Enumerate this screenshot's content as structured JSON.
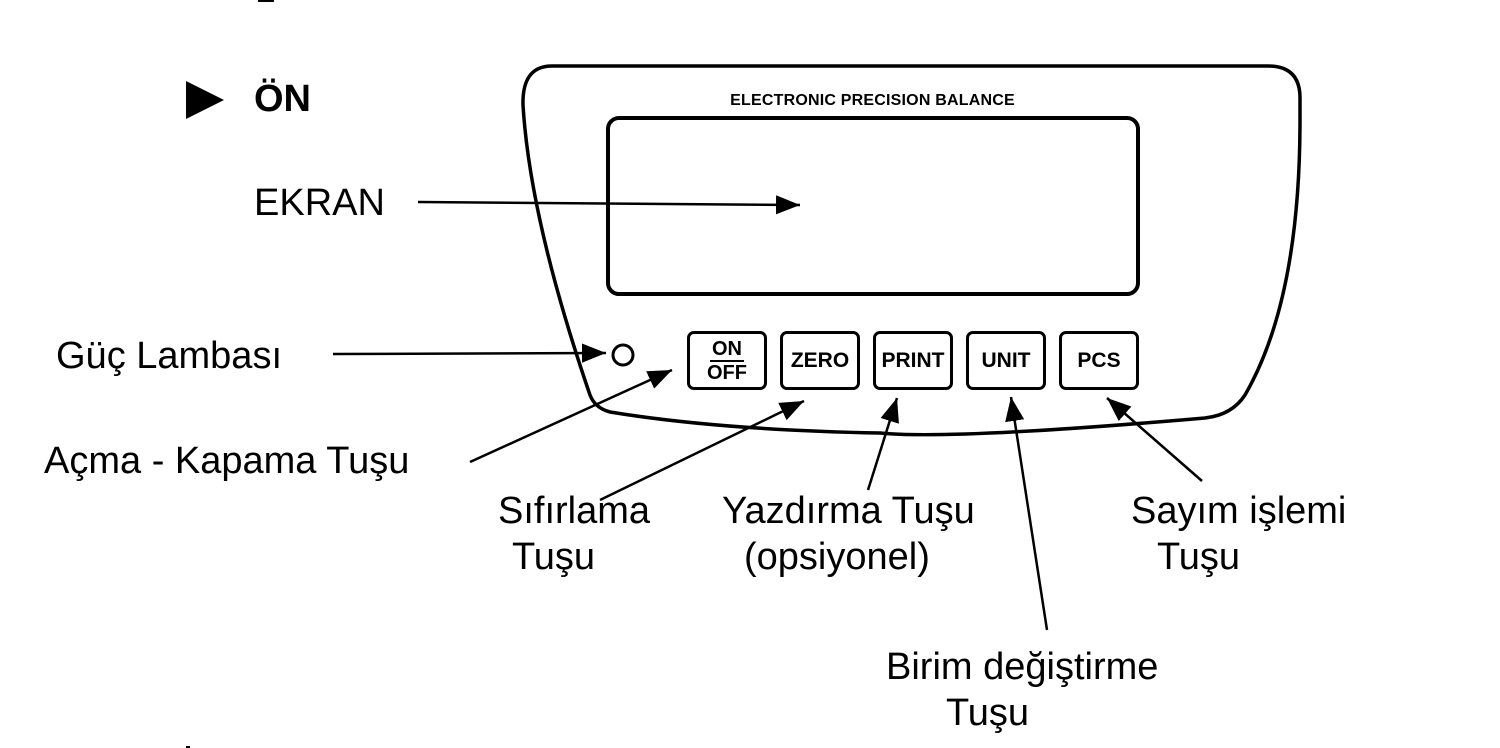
{
  "section": {
    "marker_icon": "right-triangle-bullet",
    "title": "ÖN"
  },
  "device": {
    "brand_text": "ELECTRONIC  PRECISION BALANCE",
    "display": {
      "content": ""
    },
    "power_lamp": {
      "state": "off"
    },
    "keys": [
      {
        "id": "onoff",
        "label_top": "ON",
        "label_bottom": "OFF"
      },
      {
        "id": "zero",
        "label": "ZERO"
      },
      {
        "id": "print",
        "label": "PRINT"
      },
      {
        "id": "unit",
        "label": "UNIT"
      },
      {
        "id": "pcs",
        "label": "PCS"
      }
    ]
  },
  "callouts": {
    "ekran": {
      "text": "EKRAN"
    },
    "guc_lambasi": {
      "text": "Güç Lambası"
    },
    "acma_kapama": {
      "text": "Açma - Kapama Tuşu"
    },
    "sifirlama": {
      "line1": "Sıfırlama",
      "line2": "Tuşu"
    },
    "yazdirma": {
      "line1": "Yazdırma Tuşu",
      "line2": "(opsiyonel)"
    },
    "birim": {
      "line1": "Birim değiştirme",
      "line2": "Tuşu"
    },
    "sayim": {
      "line1": "Sayım işlemi",
      "line2": "Tuşu"
    }
  },
  "colors": {
    "ink": "#000000",
    "background": "#ffffff"
  }
}
